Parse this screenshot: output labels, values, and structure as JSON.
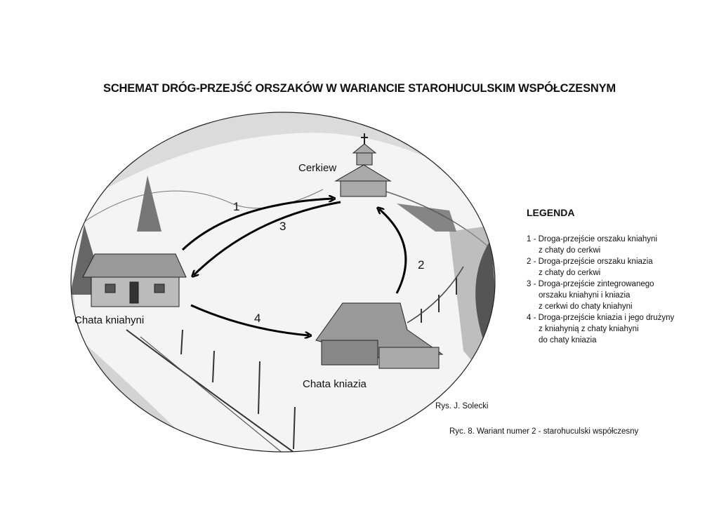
{
  "title": "SCHEMAT DRÓG-PRZEJŚĆ ORSZAKÓW W WARIANCIE STAROHUCULSKIM WSPÓŁCZESNYM",
  "places": {
    "church": "Cerkiew",
    "bride_house": "Chata kniahyni",
    "groom_house": "Chata kniazia"
  },
  "route_numbers": [
    "1",
    "2",
    "3",
    "4"
  ],
  "legend": {
    "heading": "LEGENDA",
    "items": [
      {
        "lines": [
          "1 - Droga-przejście orszaku kniahyni",
          "z chaty do cerkwi"
        ]
      },
      {
        "lines": [
          "2 - Droga-przejście orszaku kniazia",
          "z chaty do cerkwi"
        ]
      },
      {
        "lines": [
          "3 - Droga-przejście zintegrowanego",
          "orszaku kniahyni i kniazia",
          "z cerkwi do chaty kniahyni"
        ]
      },
      {
        "lines": [
          "4 - Droga-przejście kniazia i jego drużyny",
          "z kniahynią z chaty kniahyni",
          "do chaty kniazia"
        ]
      }
    ]
  },
  "author": "Rys. J. Solecki",
  "caption": "Ryc. 8.  Wariant numer 2 - starohuculski współczesny"
}
